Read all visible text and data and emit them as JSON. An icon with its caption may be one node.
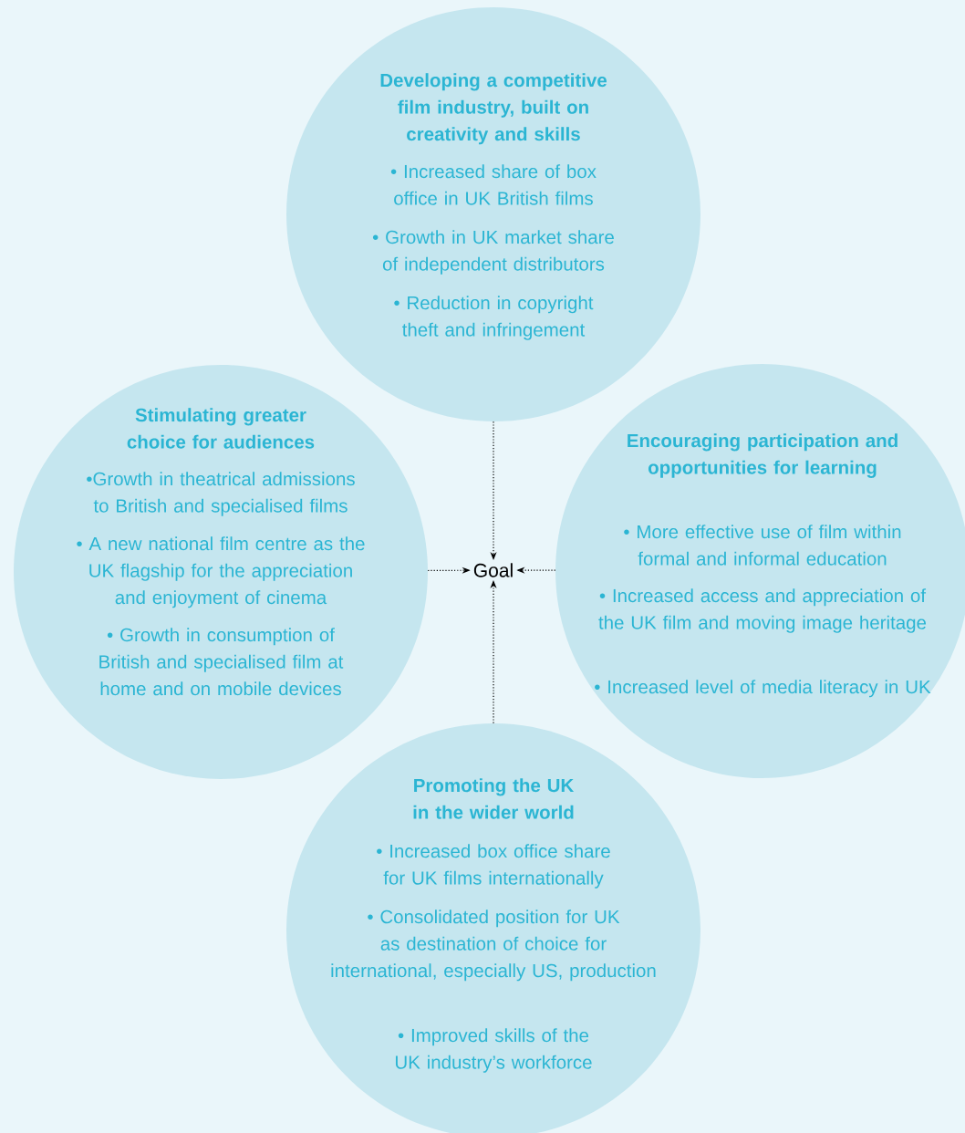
{
  "diagram": {
    "nodes": [
      {
        "text": [
          "Developing a competitive film industry, built on creativity and skills",
          "• Increased share of box office in UK British films",
          "• Growth in UK market share of independent distributors",
          "• Reduction in copyright theft and infringement"
        ]
      },
      {
        "text": [
          "Stimulating greater choice for audiences",
          "•Growth in theatrical admissions to British and specialised films",
          "• A new national film centre as the UK flagship for the appreciation and enjoyment of cinema",
          "• Growth in consumption of British and specialised film at home and on mobile devices"
        ]
      },
      {
        "text": [
          "Encouraging participation and opportunities for learning",
          "• More effective use of film within formal and informal education",
          "• Increased access and appreciation of the UK film and moving image heritage",
          "• Increased level of media literacy in UK"
        ]
      },
      {
        "text": [
          "Goal"
        ]
      },
      {
        "text": [
          "Promoting the UK in the wider world",
          "• Increased box office share for UK films internationally",
          "• Consolidated position for UK as destination of choice for international, especially US, production",
          "• Improved skills of the UK industry’s workforce"
        ]
      }
    ],
    "edges": [
      {
        "from": 0,
        "to": 3,
        "arrow": "to"
      },
      {
        "from": 1,
        "to": 3,
        "arrow": "to"
      },
      {
        "from": 2,
        "to": 3,
        "arrow": "to"
      },
      {
        "from": 4,
        "to": 3,
        "arrow": "to"
      }
    ]
  }
}
